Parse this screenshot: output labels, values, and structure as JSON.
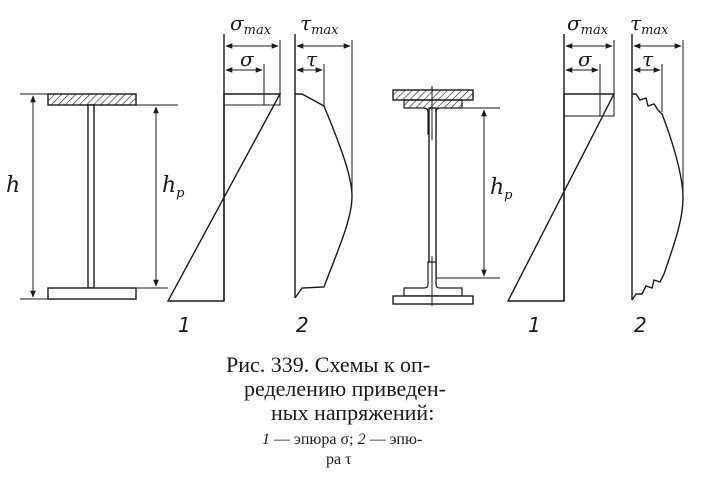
{
  "labels": {
    "h": "h",
    "hp_left": "h",
    "hp_left_sub": "p",
    "hp_right": "h",
    "hp_right_sub": "p",
    "sigma_max_left": "σ",
    "sigma_max_left_sub": "max",
    "tau_max_left": "τ",
    "tau_max_left_sub": "max",
    "sigma_left": "σ",
    "tau_left": "τ",
    "sigma_max_right": "σ",
    "sigma_max_right_sub": "max",
    "tau_max_right": "τ",
    "tau_max_right_sub": "max",
    "sigma_right": "σ",
    "tau_right": "τ",
    "num1_left": "1",
    "num2_left": "2",
    "num1_right": "1",
    "num2_right": "2"
  },
  "caption": {
    "line1": "Рис. 339. Схемы к оп-",
    "line2": "ределению приведен-",
    "line3": "ных напряжений:",
    "legend_a_num": "1",
    "legend_a_text": " — эпюра σ; ",
    "legend_b_num": "2",
    "legend_b_text": " — эпю-",
    "legend_line2": "ра τ"
  }
}
